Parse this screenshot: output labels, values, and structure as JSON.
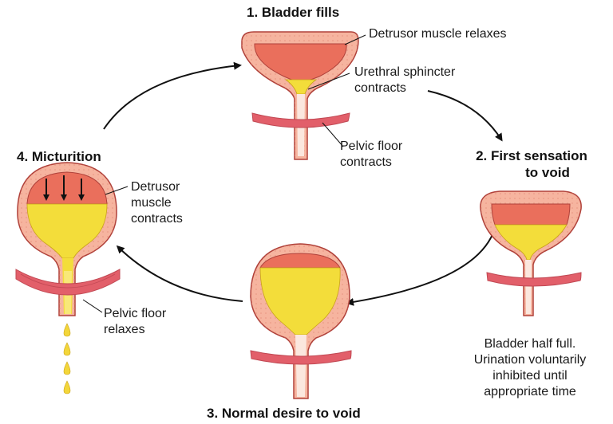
{
  "stages": [
    {
      "title": "1. Bladder fills"
    },
    {
      "title_line1": "2. First sensation",
      "title_line2": "to void",
      "note": [
        "Bladder half full.",
        "Urination voluntarily",
        "inhibited until",
        "appropriate time"
      ]
    },
    {
      "title": "3. Normal desire to void"
    },
    {
      "title": "4. Micturition"
    }
  ],
  "labels": {
    "detrusor_relaxes": "Detrusor muscle relaxes",
    "sphincter_contracts": [
      "Urethral sphincter",
      "contracts"
    ],
    "pelvic_floor_contracts": [
      "Pelvic floor",
      "contracts"
    ],
    "detrusor_contracts": [
      "Detrusor",
      "muscle",
      "contracts"
    ],
    "pelvic_floor_relaxes": [
      "Pelvic floor",
      "relaxes"
    ]
  },
  "colors": {
    "urine": "#f3dd3a",
    "detrusor_muscle": "#ea6f5c",
    "bladder_wall": "#f6b49f",
    "outline": "#b0413a",
    "pelvic_floor": "#e25f6a",
    "arrow": "#111111"
  }
}
